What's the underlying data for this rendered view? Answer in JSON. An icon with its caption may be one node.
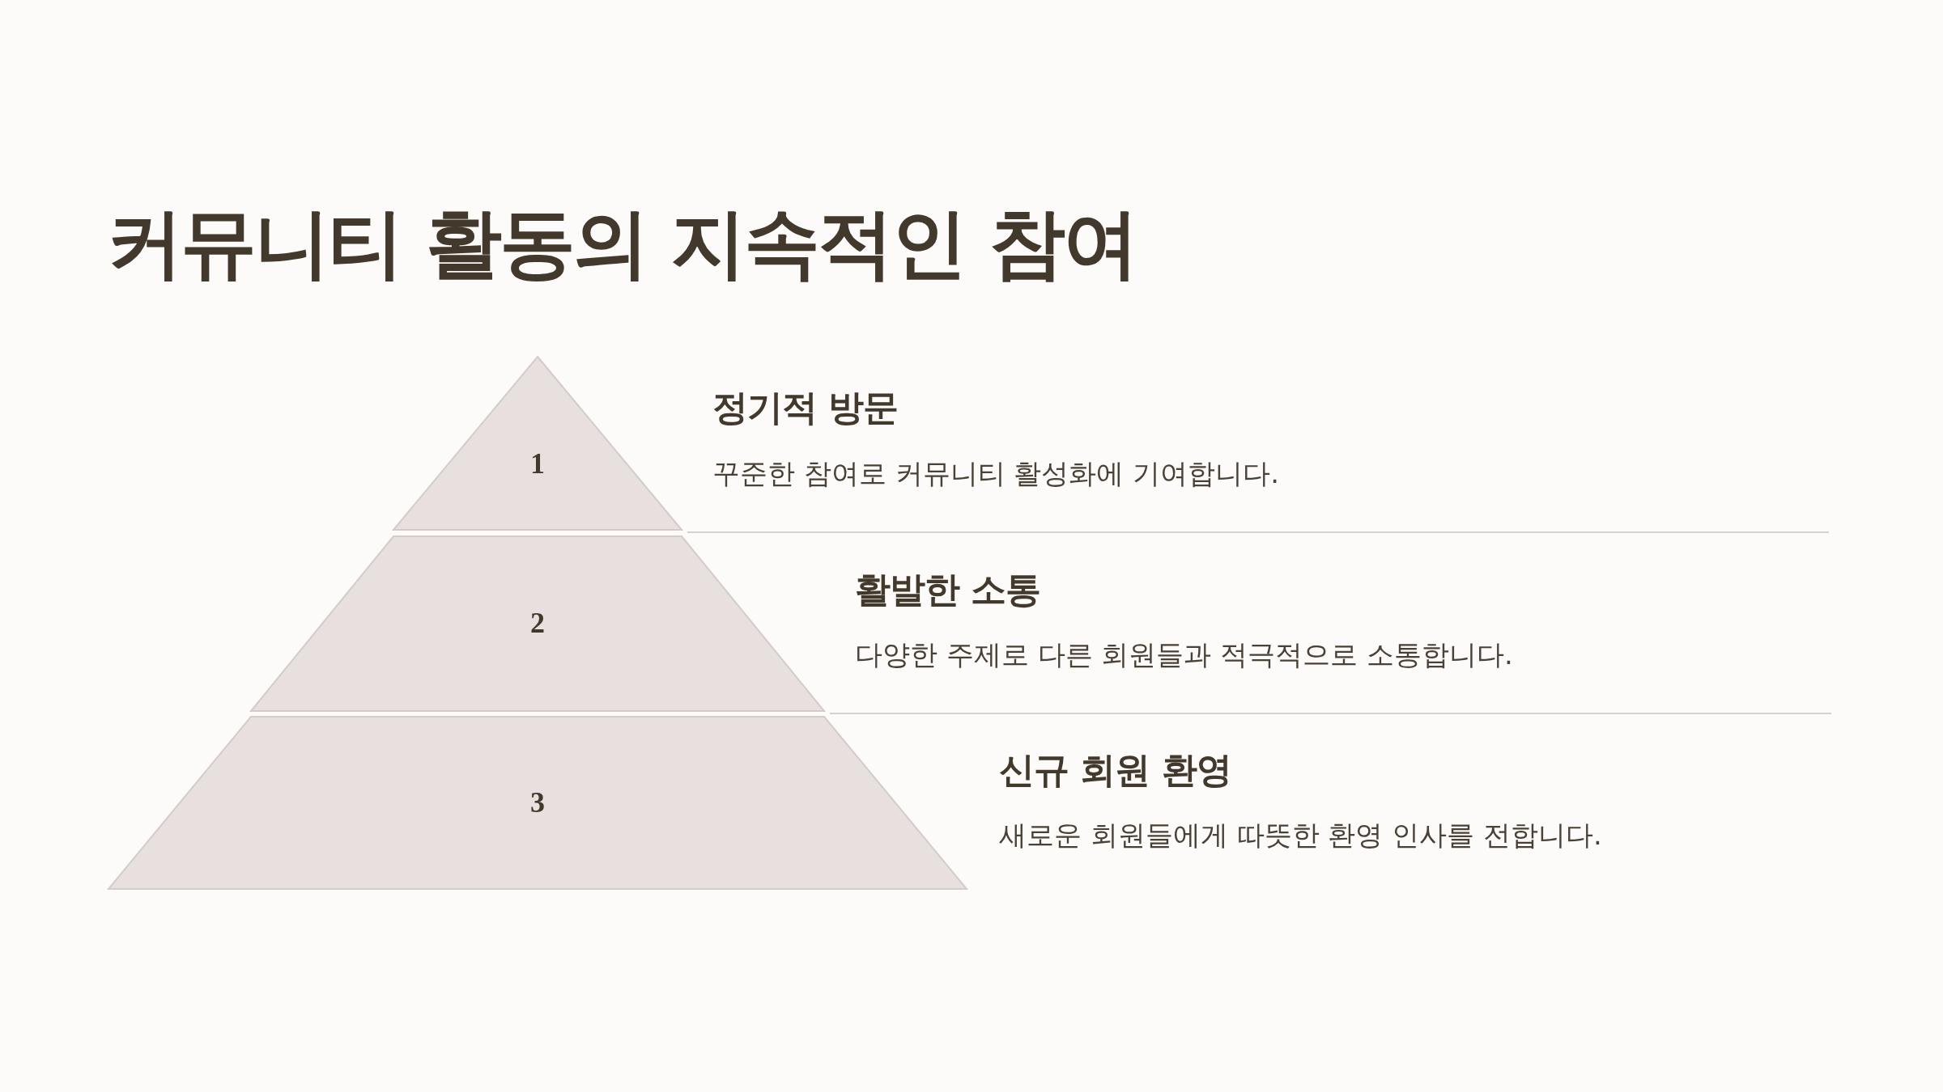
{
  "diagram": {
    "title": "커뮤니티 활동의 지속적인 참여",
    "nodes": [
      {
        "text": [
          "1"
        ],
        "beside": [
          "정기적 방문",
          "꾸준한 참여로 커뮤니티 활성화에 기여합니다."
        ]
      },
      {
        "text": [
          "2"
        ],
        "beside": [
          "활발한 소통",
          "다양한 주제로 다른 회원들과 적극적으로 소통합니다."
        ]
      },
      {
        "text": [
          "3"
        ],
        "beside": [
          "신규 회원 환영",
          "새로운 회원들에게 따뜻한 환영 인사를 전합니다."
        ]
      }
    ],
    "edges": []
  }
}
